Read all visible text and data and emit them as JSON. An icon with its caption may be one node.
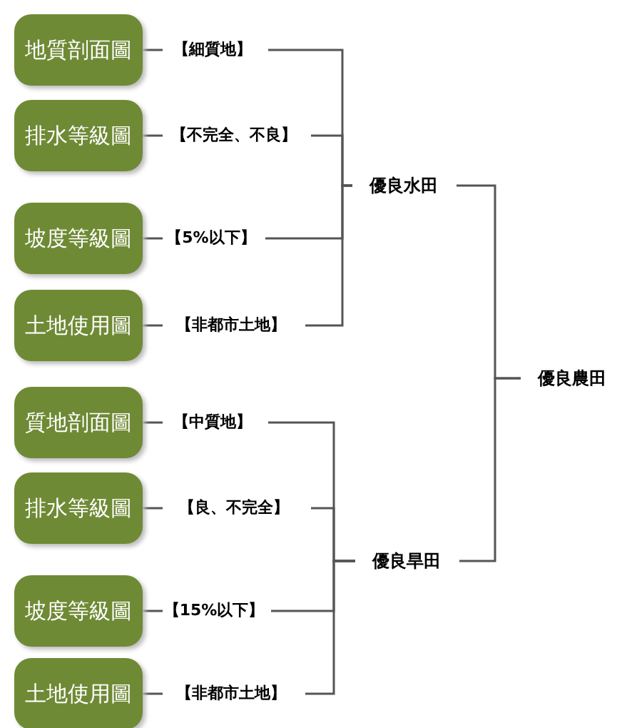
{
  "diagram": {
    "nodes": [
      {
        "text": [
          "地質剖面圖"
        ]
      },
      {
        "text": [
          "排水等級圖"
        ]
      },
      {
        "text": [
          "坡度等級圖"
        ]
      },
      {
        "text": [
          "土地使用圖"
        ]
      },
      {
        "text": [
          "【細質地】"
        ]
      },
      {
        "text": [
          "【不完全、不良】"
        ]
      },
      {
        "text": [
          "【5%以下】"
        ]
      },
      {
        "text": [
          "【非都市土地】"
        ]
      },
      {
        "text": [
          "優良水田"
        ]
      },
      {
        "text": [
          "質地剖面圖"
        ]
      },
      {
        "text": [
          "排水等級圖"
        ]
      },
      {
        "text": [
          "坡度等級圖"
        ]
      },
      {
        "text": [
          "土地使用圖"
        ]
      },
      {
        "text": [
          "【中質地】"
        ]
      },
      {
        "text": [
          "【良、不完全】"
        ]
      },
      {
        "text": [
          "【15%以下】"
        ]
      },
      {
        "text": [
          "【非都市土地】"
        ]
      },
      {
        "text": [
          "優良旱田"
        ]
      },
      {
        "text": [
          "優良農田"
        ]
      }
    ],
    "edges": [
      {
        "from": 0,
        "to": 4,
        "arrow": "none"
      },
      {
        "from": 1,
        "to": 5,
        "arrow": "none"
      },
      {
        "from": 2,
        "to": 6,
        "arrow": "none"
      },
      {
        "from": 3,
        "to": 7,
        "arrow": "none"
      },
      {
        "from": 4,
        "to": 8,
        "arrow": "none"
      },
      {
        "from": 5,
        "to": 8,
        "arrow": "none"
      },
      {
        "from": 6,
        "to": 8,
        "arrow": "none"
      },
      {
        "from": 7,
        "to": 8,
        "arrow": "none"
      },
      {
        "from": 9,
        "to": 13,
        "arrow": "none"
      },
      {
        "from": 10,
        "to": 14,
        "arrow": "none"
      },
      {
        "from": 11,
        "to": 15,
        "arrow": "none"
      },
      {
        "from": 12,
        "to": 16,
        "arrow": "none"
      },
      {
        "from": 13,
        "to": 17,
        "arrow": "none"
      },
      {
        "from": 14,
        "to": 17,
        "arrow": "none"
      },
      {
        "from": 15,
        "to": 17,
        "arrow": "none"
      },
      {
        "from": 16,
        "to": 17,
        "arrow": "none"
      },
      {
        "from": 8,
        "to": 18,
        "arrow": "none"
      },
      {
        "from": 17,
        "to": 18,
        "arrow": "none"
      }
    ]
  }
}
